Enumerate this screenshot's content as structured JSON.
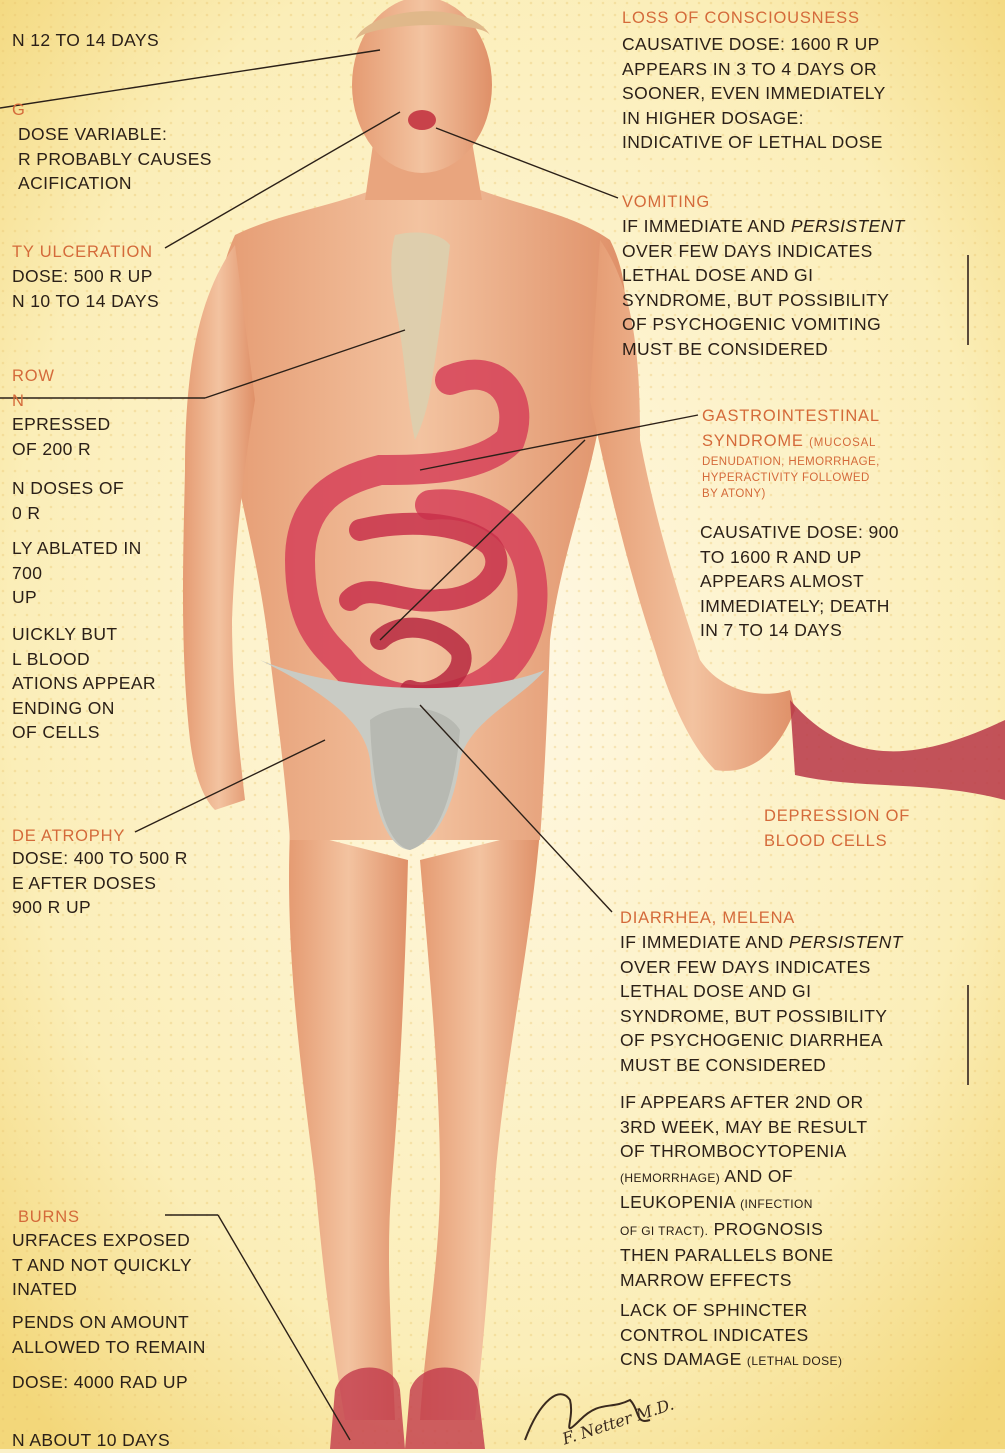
{
  "left": {
    "line1": "N 12 TO 14 DAYS",
    "label2": "G",
    "b2": [
      "DOSE VARIABLE:",
      "R PROBABLY CAUSES",
      "ACIFICATION"
    ],
    "label3": "TY ULCERATION",
    "b3": [
      "DOSE: 500 R UP",
      "N 10 TO 14 DAYS"
    ],
    "label4a": "ROW",
    "label4b": "N",
    "b4a": [
      "EPRESSED",
      "OF 200 R"
    ],
    "b4b": [
      "N DOSES OF",
      "0 R"
    ],
    "b4c": [
      "LY ABLATED IN",
      "700",
      "UP"
    ],
    "b4d": [
      "UICKLY BUT",
      "L BLOOD",
      "ATIONS APPEAR",
      "ENDING ON",
      "OF CELLS"
    ],
    "label5": "DE ATROPHY",
    "b5": [
      "DOSE: 400 TO 500 R",
      "E AFTER DOSES",
      "900 R UP"
    ],
    "label6": "BURNS",
    "b6a": [
      "URFACES EXPOSED",
      "T AND NOT QUICKLY",
      "INATED"
    ],
    "b6b": [
      "PENDS ON AMOUNT",
      "ALLOWED TO REMAIN"
    ],
    "b6c": "DOSE: 4000 RAD UP",
    "b6d": "N ABOUT 10 DAYS"
  },
  "right": {
    "loss_label": "LOSS OF CONSCIOUSNESS",
    "loss_body": [
      "CAUSATIVE DOSE: 1600 R UP",
      "APPEARS IN 3 TO 4 DAYS OR",
      "SOONER, EVEN IMMEDIATELY",
      "IN HIGHER DOSAGE:",
      "INDICATIVE OF LETHAL DOSE"
    ],
    "vom_label": "VOMITING",
    "vom_l1a": "IF IMMEDIATE AND ",
    "vom_l1b": "PERSISTENT",
    "vom_body": [
      "OVER FEW DAYS INDICATES",
      "LETHAL DOSE AND GI",
      "SYNDROME, BUT POSSIBILITY",
      "OF PSYCHOGENIC VOMITING",
      "MUST BE CONSIDERED"
    ],
    "gi_label1": "GASTROINTESTINAL",
    "gi_label2": "SYNDROME",
    "gi_small1": "(MUCOSAL",
    "gi_small2": "DENUDATION, HEMORRHAGE,",
    "gi_small3": "HYPERACTIVITY FOLLOWED",
    "gi_small4": "BY ATONY)",
    "gi_body": [
      "CAUSATIVE DOSE: 900",
      "TO 1600 R AND UP",
      "APPEARS ALMOST",
      "IMMEDIATELY; DEATH",
      "IN 7 TO 14 DAYS"
    ],
    "dep_label": [
      "DEPRESSION OF",
      "BLOOD CELLS"
    ],
    "dia_label": "DIARRHEA, MELENA",
    "dia_l1a": "IF IMMEDIATE AND ",
    "dia_l1b": "PERSISTENT",
    "dia_body": [
      "OVER FEW DAYS INDICATES",
      "LETHAL DOSE AND GI",
      "SYNDROME, BUT POSSIBILITY",
      "OF PSYCHOGENIC DIARRHEA",
      "MUST BE CONSIDERED"
    ],
    "late_body1": [
      "IF APPEARS AFTER 2ND OR",
      "3RD WEEK, MAY BE RESULT",
      "OF THROMBOCYTOPENIA"
    ],
    "late_s1": "(HEMORRHAGE)",
    "late_s1b": " AND OF",
    "late_l2": "LEUKOPENIA ",
    "late_s2": "(INFECTION",
    "late_s3": "OF GI TRACT).",
    "late_s3b": " PROGNOSIS",
    "late_body2": [
      "THEN PARALLELS BONE",
      "MARROW EFFECTS"
    ],
    "sph_body": [
      "LACK OF SPHINCTER",
      "CONTROL INDICATES"
    ],
    "sph_last": "CNS  DAMAGE ",
    "sph_small": "(LETHAL DOSE)"
  },
  "signature": "F. Netter M.D."
}
